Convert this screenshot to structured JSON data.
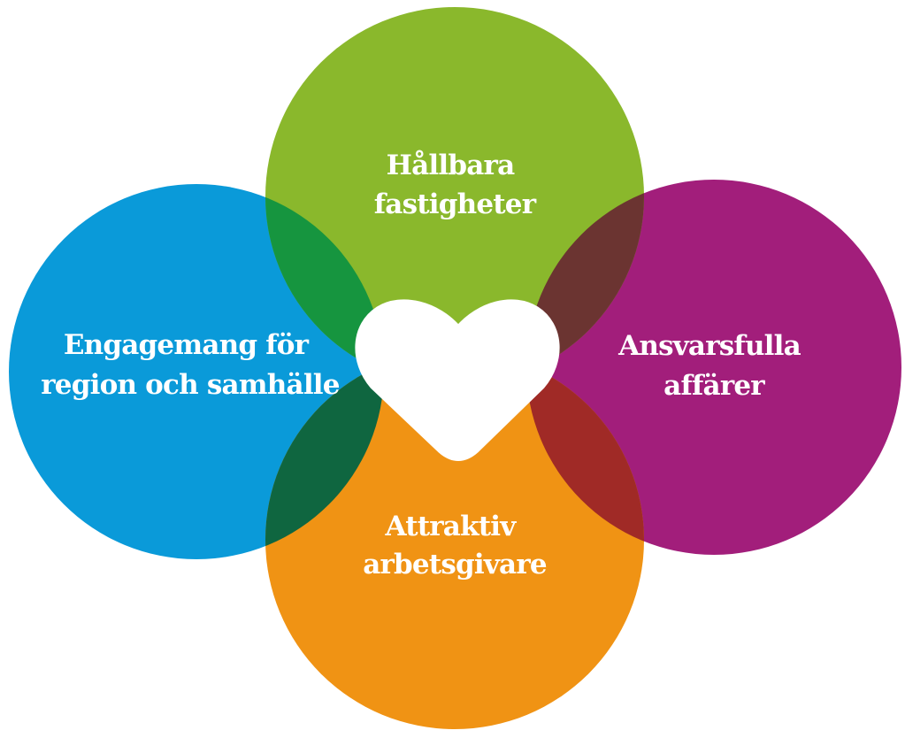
{
  "circles": {
    "top": {
      "line1": "Hållbara",
      "line2": "fastigheter",
      "color": "#8ab82c"
    },
    "left": {
      "line1": "Engagemang för",
      "line2": "region och samhälle",
      "color": "#0a9ad9"
    },
    "right": {
      "line1": "Ansvarsfulla",
      "line2": "affärer",
      "color": "#a21e7b"
    },
    "bottom": {
      "line1": "Attraktiv",
      "line2": "arbetsgivare",
      "color": "#f09314"
    }
  },
  "overlaps": {
    "top_left": "#16953f",
    "top_right": "#6b3431",
    "bottom_left": "#0f6640",
    "bottom_right": "#a02a26"
  },
  "center_icon": "heart-icon"
}
